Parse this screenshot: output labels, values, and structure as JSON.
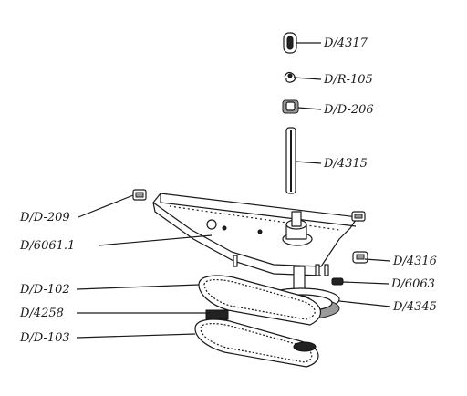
{
  "labels": {
    "d4317": "D/4317",
    "dr105": "D/R-105",
    "dd206": "D/D-206",
    "d4315": "D/4315",
    "dd209": "D/D-209",
    "d6061": "D/6061.1",
    "d4316": "D/4316",
    "dd102": "D/D-102",
    "d6063": "D/6063",
    "d4258": "D/4258",
    "d4345": "D/4345",
    "dd103": "D/D-103"
  }
}
